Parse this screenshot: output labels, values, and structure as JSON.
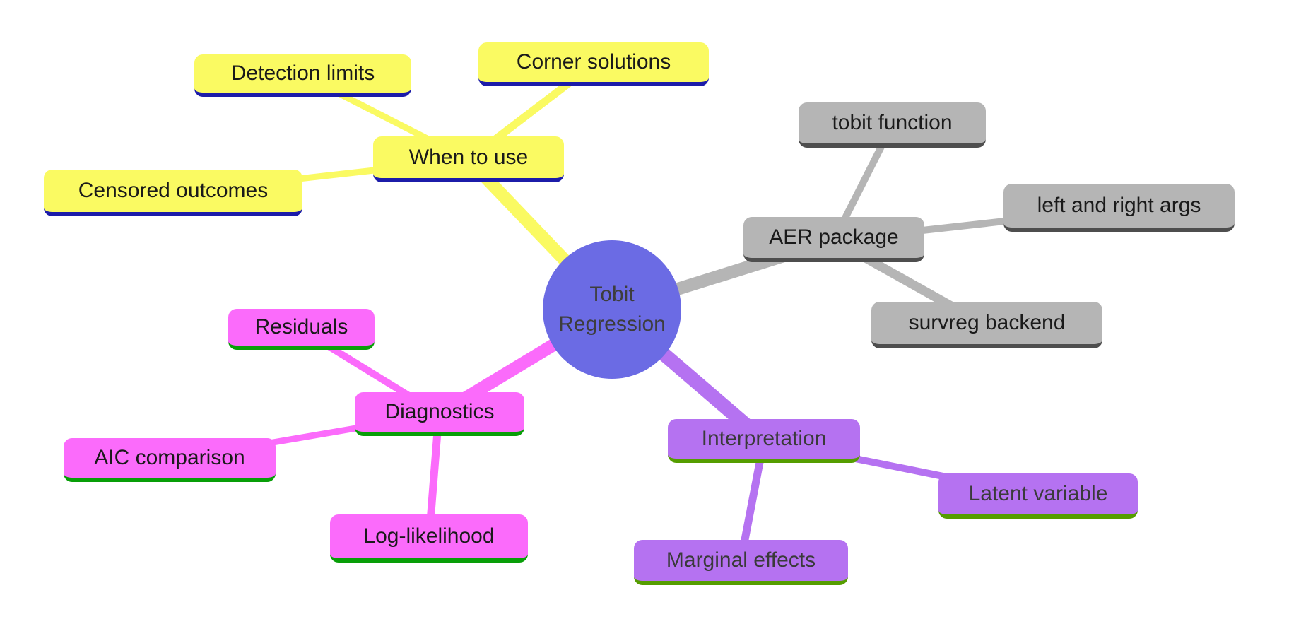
{
  "diagram": {
    "kind": "mind-map",
    "topic": "Tobit Regression",
    "root": {
      "line1": "Tobit",
      "line2": "Regression"
    },
    "nodes": {
      "when_to_use": {
        "label": "When to use"
      },
      "detection_limits": {
        "label": "Detection limits"
      },
      "corner_solutions": {
        "label": "Corner solutions"
      },
      "censored_outcomes": {
        "label": "Censored outcomes"
      },
      "aer_package": {
        "label": "AER package"
      },
      "tobit_function": {
        "label": "tobit function"
      },
      "left_right_args": {
        "label": "left and right args"
      },
      "survreg_backend": {
        "label": "survreg backend"
      },
      "diagnostics": {
        "label": "Diagnostics"
      },
      "residuals": {
        "label": "Residuals"
      },
      "aic_comparison": {
        "label": "AIC comparison"
      },
      "log_likelihood": {
        "label": "Log-likelihood"
      },
      "interpretation": {
        "label": "Interpretation"
      },
      "latent_variable": {
        "label": "Latent variable"
      },
      "marginal_effects": {
        "label": "Marginal effects"
      }
    },
    "structure": [
      {
        "branch": "When to use",
        "color": "#fafa62",
        "underline": "#1c1ca9",
        "children": [
          "Detection limits",
          "Corner solutions",
          "Censored outcomes"
        ]
      },
      {
        "branch": "AER package",
        "color": "#b5b5b5",
        "underline": "#4e4e4e",
        "children": [
          "tobit function",
          "left and right args",
          "survreg backend"
        ]
      },
      {
        "branch": "Diagnostics",
        "color": "#fb6bfb",
        "underline": "#089e08",
        "children": [
          "Residuals",
          "AIC comparison",
          "Log-likelihood"
        ]
      },
      {
        "branch": "Interpretation",
        "color": "#b572f1",
        "underline": "#559d00",
        "children": [
          "Latent variable",
          "Marginal effects"
        ]
      }
    ],
    "colors": {
      "root_fill": "#6b6be4",
      "root_text": "#3d3d3d",
      "branch_yellow": "#fafa62",
      "underline_navy": "#1c1ca9",
      "branch_gray": "#b5b5b5",
      "underline_dark_gray": "#4e4e4e",
      "branch_magenta": "#fb6bfb",
      "underline_green": "#089e08",
      "branch_purple": "#b572f1",
      "underline_olive": "#559d00",
      "background": "#ffffff"
    }
  }
}
